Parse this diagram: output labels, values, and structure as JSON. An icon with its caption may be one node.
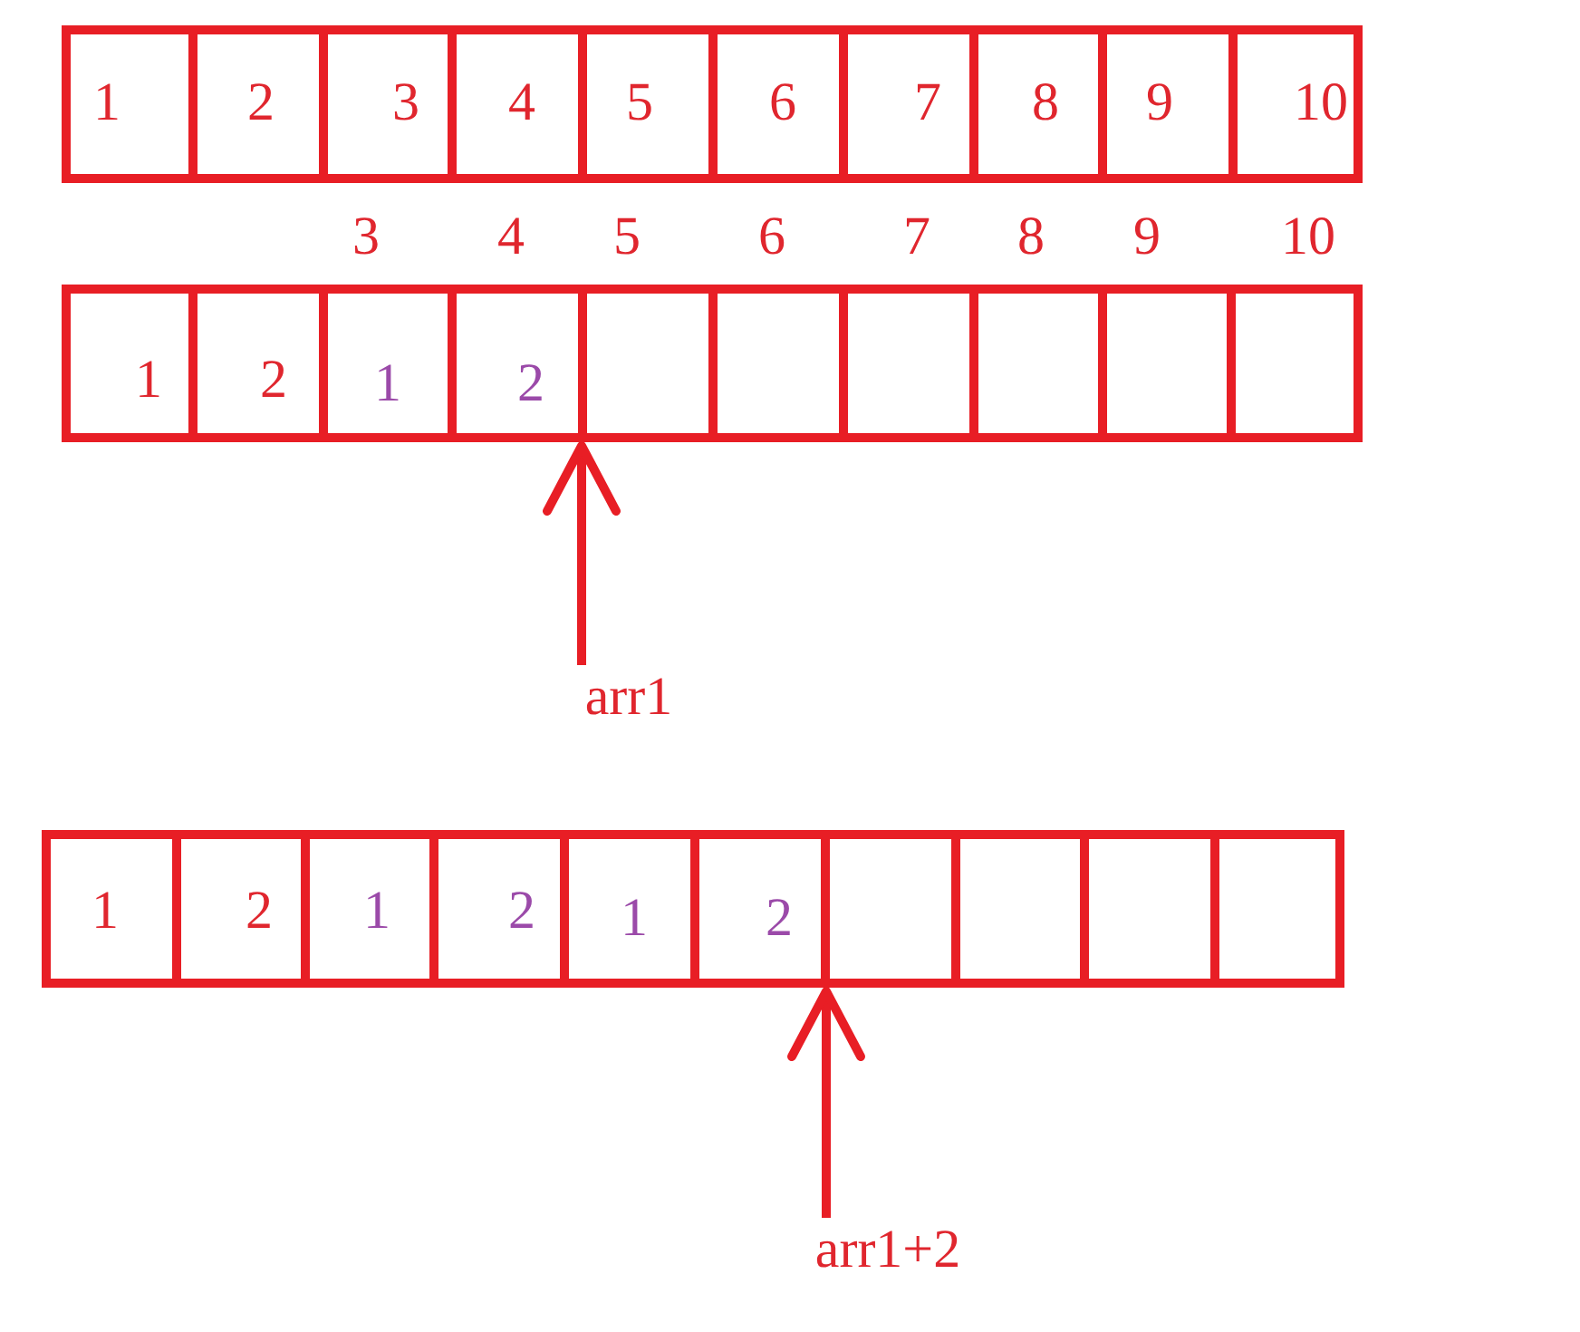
{
  "diagram": {
    "nodes": [
      {
        "text": [],
        "shape": "box"
      },
      {
        "text": [
          "1"
        ],
        "in": 0
      },
      {
        "text": [
          "2"
        ],
        "in": 0
      },
      {
        "text": [
          "3"
        ],
        "in": 0
      },
      {
        "text": [
          "4"
        ],
        "in": 0
      },
      {
        "text": [
          "5"
        ],
        "in": 0
      },
      {
        "text": [
          "6"
        ],
        "in": 0
      },
      {
        "text": [
          "7"
        ],
        "in": 0
      },
      {
        "text": [
          "8"
        ],
        "in": 0
      },
      {
        "text": [
          "9"
        ],
        "in": 0
      },
      {
        "text": [
          "10"
        ],
        "in": 0
      },
      {
        "text": [],
        "shape": "box"
      },
      {
        "text": [
          "1"
        ],
        "in": 11
      },
      {
        "text": [
          "2"
        ],
        "in": 11
      },
      {
        "text": [
          "1"
        ],
        "in": 11
      },
      {
        "text": [
          "2"
        ],
        "in": 11
      },
      {
        "text": [],
        "shape": "box",
        "in": 11
      },
      {
        "text": [],
        "shape": "box",
        "in": 11
      },
      {
        "text": [],
        "shape": "box",
        "in": 11
      },
      {
        "text": [],
        "shape": "box",
        "in": 11
      },
      {
        "text": [],
        "shape": "box",
        "in": 11
      },
      {
        "text": [],
        "shape": "box",
        "in": 11
      },
      {
        "text": [
          "arr1"
        ]
      },
      {
        "text": [],
        "shape": "box"
      },
      {
        "text": [
          "1"
        ],
        "in": 23
      },
      {
        "text": [
          "2"
        ],
        "in": 23
      },
      {
        "text": [
          "1"
        ],
        "in": 23
      },
      {
        "text": [
          "2"
        ],
        "in": 23
      },
      {
        "text": [
          "1"
        ],
        "in": 23
      },
      {
        "text": [
          "2"
        ],
        "in": 23
      },
      {
        "text": [],
        "shape": "box",
        "in": 23
      },
      {
        "text": [],
        "shape": "box",
        "in": 23
      },
      {
        "text": [],
        "shape": "box",
        "in": 23
      },
      {
        "text": [],
        "shape": "box",
        "in": 23
      },
      {
        "text": [
          "arr1+2"
        ]
      }
    ],
    "edges": [
      {
        "from": 22,
        "to": 11,
        "arrow": "to"
      },
      {
        "from": 34,
        "to": 23,
        "arrow": "to"
      }
    ],
    "labels": [
      "3",
      "4",
      "5",
      "6",
      "7",
      "8",
      "9",
      "10"
    ]
  }
}
